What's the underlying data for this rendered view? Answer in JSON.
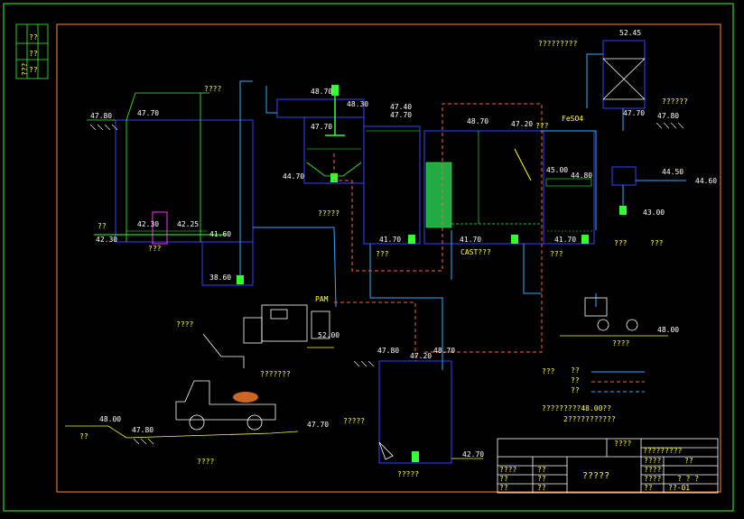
{
  "drawing": {
    "elevations": {
      "e5245": "52.45",
      "e4770_tower": "47.70",
      "e4780_tower_right": "47.80",
      "e4780_left": "47.80",
      "e4770_left_tank": "47.70",
      "e4230_a": "42.30",
      "e4230_b": "42.30",
      "e4225": "42.25",
      "e4160_left": "41.60",
      "e3860": "38.60",
      "e4870_top": "48.70",
      "e4830": "48.30",
      "e4770_mix": "47.70",
      "e4470": "44.70",
      "e4740": "47.40",
      "e4770_pipe": "47.70",
      "e4870_cast": "48.70",
      "e4720": "47.20",
      "e4170_a": "41.70",
      "e4170_b": "41.70",
      "e4170_c": "41.70",
      "e4500": "45.00",
      "e4480": "44.80",
      "e4450": "44.50",
      "e4460": "44.60",
      "e4300_right": "43.00",
      "e4800_pump": "48.00",
      "e5200": "52.00",
      "e4780_sludge": "47.80",
      "e4870_sludge": "48.70",
      "e4720_sludge": "47.20",
      "e4270": "42.70",
      "e4800_ground": "48.00",
      "e4780_ground": "47.80",
      "e4770_ground": "47.70"
    },
    "labels": {
      "top_tower": "?????????",
      "tower_right": "??????",
      "grit": "????",
      "left_small": "??",
      "screen_chamber": "???",
      "mixing": "?????",
      "settling": "???",
      "cast": "CAST???",
      "chlorine": "???",
      "feso4": "FeSO4",
      "dosing_top": "???",
      "right_pool": "???",
      "pump_room": "????",
      "pam": "PAM",
      "press": "????",
      "sludge_cake": "???????",
      "sludge_pump": "?????",
      "sludge_pool": "?????",
      "truck": "????",
      "ground_left": "??",
      "legend_title": "???",
      "legend_water": "??",
      "legend_sludge": "??",
      "legend_gas": "??",
      "note1": "?????????48.00??",
      "note2": "2???????????",
      "tb_r1": "????",
      "tb_r1b": "?????????",
      "tb_title": "?????",
      "tb_a1": "????",
      "tb_a2": "??",
      "tb_a3": "??",
      "tb_b1": "??",
      "tb_b2": "??",
      "tb_b3": "??",
      "tb_c1": "????",
      "tb_c2": "????",
      "tb_c3": "????",
      "tb_c4": "??",
      "tb_d1": "??",
      "tb_d2": "? ? ?",
      "tb_d3": "??-01",
      "side_a": "??",
      "side_b": "??",
      "side_c": "??",
      "side_d": "???"
    }
  }
}
